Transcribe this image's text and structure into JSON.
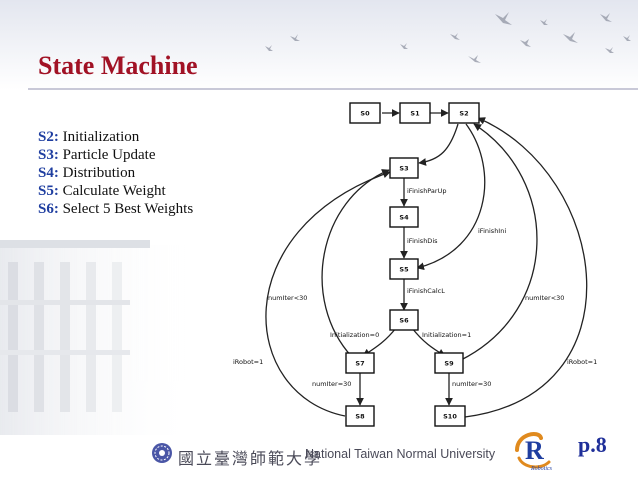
{
  "slide": {
    "title": "State Machine",
    "page_number": "p.8"
  },
  "legend": [
    {
      "key": "S2:",
      "text": "Initialization"
    },
    {
      "key": "S3:",
      "text": "Particle Update"
    },
    {
      "key": "S4:",
      "text": "Distribution"
    },
    {
      "key": "S5:",
      "text": "Calculate Weight"
    },
    {
      "key": "S6:",
      "text": "Select 5 Best Weights"
    }
  ],
  "diagram": {
    "nodes": {
      "S0": "S0",
      "S1": "S1",
      "S2": "S2",
      "S3": "S3",
      "S4": "S4",
      "S5": "S5",
      "S6": "S6",
      "S7": "S7",
      "S8": "S8",
      "S9": "S9",
      "S10": "S10"
    },
    "edge_labels": {
      "s3_s4": "iFinishParUp",
      "s4_s5": "iFinishDis",
      "s2_s5": "iFinishIni",
      "s5_s6": "iFinishCalcL",
      "s6_s7": "Initialization=0",
      "s6_s9": "Initialization=1",
      "s7_s3": "numIter<30",
      "s9_s2": "numIter<30",
      "s8_s3": "iRobot=1",
      "s10_s2": "iRobot=1",
      "s7_s8": "numIter=30",
      "s9_s10": "numIter=30"
    }
  },
  "footer": {
    "university_zh": "國立臺灣師範大學",
    "university_en": "National Taiwan Normal University",
    "logo_text": "Robotics"
  },
  "colors": {
    "title": "#a11225",
    "legend_key": "#1f3ea0",
    "page_number": "#1f2f99",
    "footer_text": "#4a4a58"
  }
}
